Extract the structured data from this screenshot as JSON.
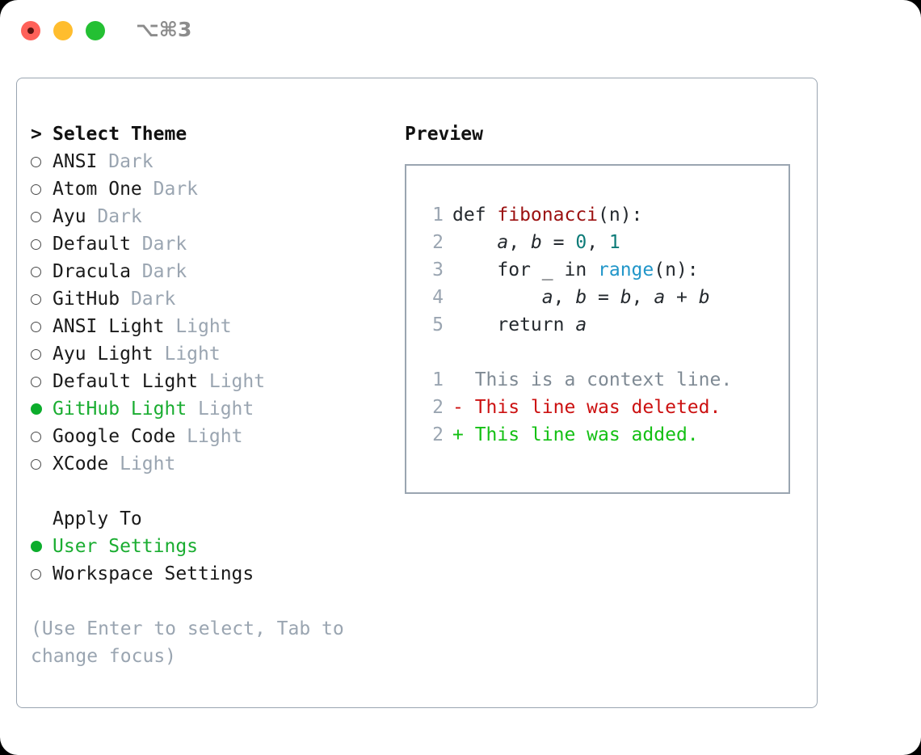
{
  "titlebar": {
    "shortcut": "⌥⌘3",
    "buttons": [
      {
        "name": "close",
        "color": "#ff6159"
      },
      {
        "name": "minimize",
        "color": "#ffbd2e"
      },
      {
        "name": "zoom",
        "color": "#24c033"
      }
    ]
  },
  "theme_picker": {
    "heading": "Select Theme",
    "heading_marker": ">",
    "items": [
      {
        "marker": "○",
        "label": "ANSI",
        "suffix": "Dark",
        "selected": false
      },
      {
        "marker": "○",
        "label": "Atom One",
        "suffix": "Dark",
        "selected": false
      },
      {
        "marker": "○",
        "label": "Ayu",
        "suffix": "Dark",
        "selected": false
      },
      {
        "marker": "○",
        "label": "Default",
        "suffix": "Dark",
        "selected": false
      },
      {
        "marker": "○",
        "label": "Dracula",
        "suffix": "Dark",
        "selected": false
      },
      {
        "marker": "○",
        "label": "GitHub",
        "suffix": "Dark",
        "selected": false
      },
      {
        "marker": "○",
        "label": "ANSI Light",
        "suffix": "Light",
        "selected": false
      },
      {
        "marker": "○",
        "label": "Ayu Light",
        "suffix": "Light",
        "selected": false
      },
      {
        "marker": "○",
        "label": "Default Light",
        "suffix": "Light",
        "selected": false
      },
      {
        "marker": "●",
        "label": "GitHub Light",
        "suffix": "Light",
        "selected": true
      },
      {
        "marker": "○",
        "label": "Google Code",
        "suffix": "Light",
        "selected": false
      },
      {
        "marker": "○",
        "label": "XCode",
        "suffix": "Light",
        "selected": false
      }
    ]
  },
  "apply_to": {
    "heading": "Apply To",
    "items": [
      {
        "marker": "●",
        "label": "User Settings",
        "selected": true
      },
      {
        "marker": "○",
        "label": "Workspace Settings",
        "selected": false
      }
    ]
  },
  "hint": "(Use Enter to select, Tab to change focus)",
  "preview": {
    "title": "Preview",
    "code_lines": [
      {
        "no": "1",
        "tokens": [
          {
            "t": "def ",
            "c": "kw"
          },
          {
            "t": "fibonacci",
            "c": "fn"
          },
          {
            "t": "(n):",
            "c": "plain"
          }
        ]
      },
      {
        "no": "2",
        "tokens": [
          {
            "t": "    ",
            "c": "plain"
          },
          {
            "t": "a",
            "c": "var"
          },
          {
            "t": ", ",
            "c": "plain"
          },
          {
            "t": "b",
            "c": "var"
          },
          {
            "t": " = ",
            "c": "plain"
          },
          {
            "t": "0",
            "c": "num"
          },
          {
            "t": ", ",
            "c": "plain"
          },
          {
            "t": "1",
            "c": "num"
          }
        ]
      },
      {
        "no": "3",
        "tokens": [
          {
            "t": "    for _ in ",
            "c": "kw"
          },
          {
            "t": "range",
            "c": "builtin"
          },
          {
            "t": "(n):",
            "c": "plain"
          }
        ]
      },
      {
        "no": "4",
        "tokens": [
          {
            "t": "        ",
            "c": "plain"
          },
          {
            "t": "a",
            "c": "var"
          },
          {
            "t": ", ",
            "c": "plain"
          },
          {
            "t": "b",
            "c": "var"
          },
          {
            "t": " = ",
            "c": "plain"
          },
          {
            "t": "b",
            "c": "var"
          },
          {
            "t": ", ",
            "c": "plain"
          },
          {
            "t": "a",
            "c": "var"
          },
          {
            "t": " + ",
            "c": "plain"
          },
          {
            "t": "b",
            "c": "var"
          }
        ]
      },
      {
        "no": "5",
        "tokens": [
          {
            "t": "    return ",
            "c": "kw"
          },
          {
            "t": "a",
            "c": "var"
          }
        ]
      }
    ],
    "diff_lines": [
      {
        "no": "1",
        "sign": "  ",
        "text": "This is a context line.",
        "kind": "ctx"
      },
      {
        "no": "2",
        "sign": "- ",
        "text": "This line was deleted.",
        "kind": "del"
      },
      {
        "no": "2",
        "sign": "+ ",
        "text": "This line was added.",
        "kind": "add"
      }
    ]
  },
  "colors": {
    "accent_green": "#0cad2c",
    "muted": "#9aa5b1",
    "border": "#9aa5b1",
    "syntax_function": "#9b1010",
    "syntax_number": "#0d7b78",
    "syntax_builtin": "#2196c9",
    "diff_deleted": "#cc1111",
    "diff_added": "#14c014"
  }
}
